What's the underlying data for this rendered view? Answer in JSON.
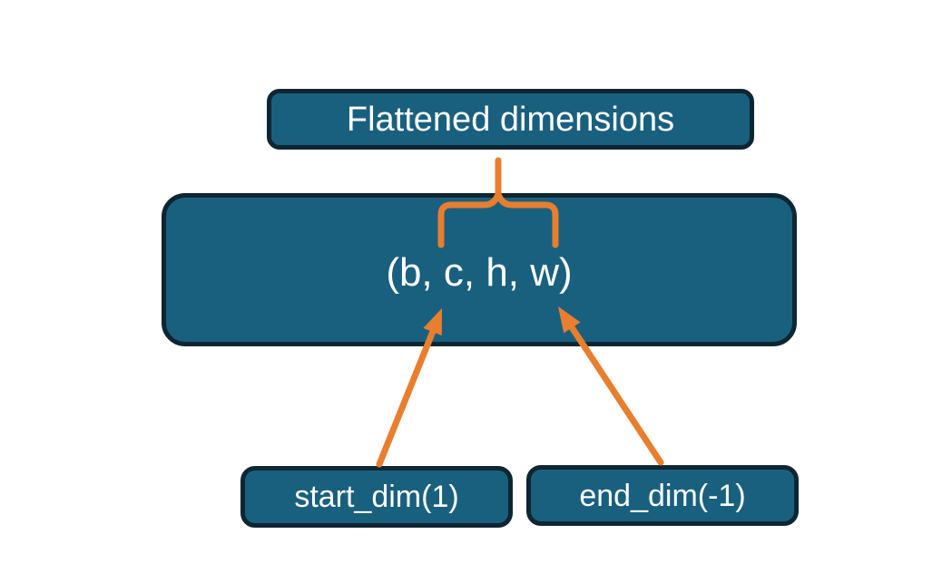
{
  "diagram": {
    "title_box": {
      "label": "Flattened dimensions"
    },
    "tensor_box": {
      "label": "(b, c, h, w)"
    },
    "start_dim_box": {
      "label": "start_dim(1)"
    },
    "end_dim_box": {
      "label": "end_dim(-1)"
    },
    "colors": {
      "box_fill": "#19607F",
      "box_border": "#0E2632",
      "accent_orange": "#E87E2E",
      "text_color": "#FFFFFF",
      "background": "#FFFFFF"
    }
  }
}
